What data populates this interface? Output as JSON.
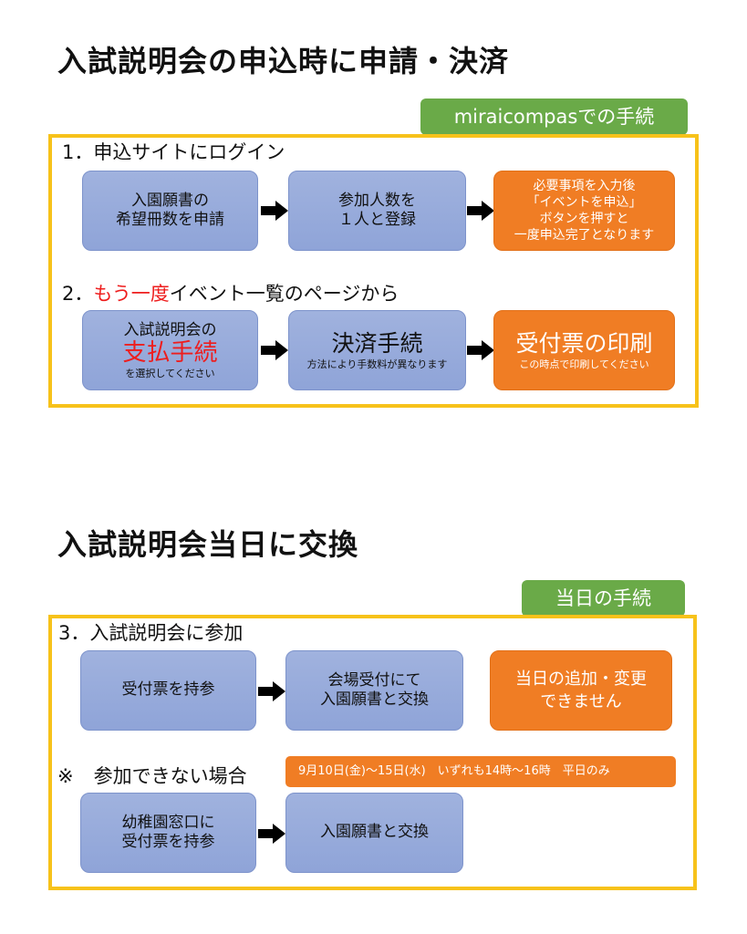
{
  "section1": {
    "title": "入試説明会の申込時に申請・決済",
    "tag": "miraicompasでの手続",
    "step1": {
      "label": "1．申込サイトにログイン",
      "box1": [
        "入園願書の",
        "希望冊数を申請"
      ],
      "box2": [
        "参加人数を",
        "１人と登録"
      ],
      "box3": [
        "必要事項を入力後",
        "「イベントを申込」",
        "ボタンを押すと",
        "一度申込完了となります"
      ]
    },
    "step2": {
      "label_prefix": "2．",
      "label_highlight": "もう一度",
      "label_suffix": "イベント一覧のページから",
      "box1_top": "入試説明会の",
      "box1_main": "支払手続",
      "box1_note": "を選択してください",
      "box2_main": "決済手続",
      "box2_note": "方法により手数料が異なります",
      "box3_main": "受付票の印刷",
      "box3_note": "この時点で印刷してください"
    }
  },
  "section2": {
    "title": "入試説明会当日に交換",
    "tag": "当日の手続",
    "step3": {
      "label": "3．入試説明会に参加",
      "box1": "受付票を持参",
      "box2": [
        "会場受付にて",
        "入園願書と交換"
      ],
      "box3": [
        "当日の追加・変更",
        "できません"
      ]
    },
    "alt": {
      "mark": "※",
      "label": "参加できない場合",
      "banner": "9月10日(金)～15日(水)　いずれも14時～16時　平日のみ",
      "box1": [
        "幼稚園窓口に",
        "受付票を持参"
      ],
      "box2": "入園願書と交換"
    }
  }
}
